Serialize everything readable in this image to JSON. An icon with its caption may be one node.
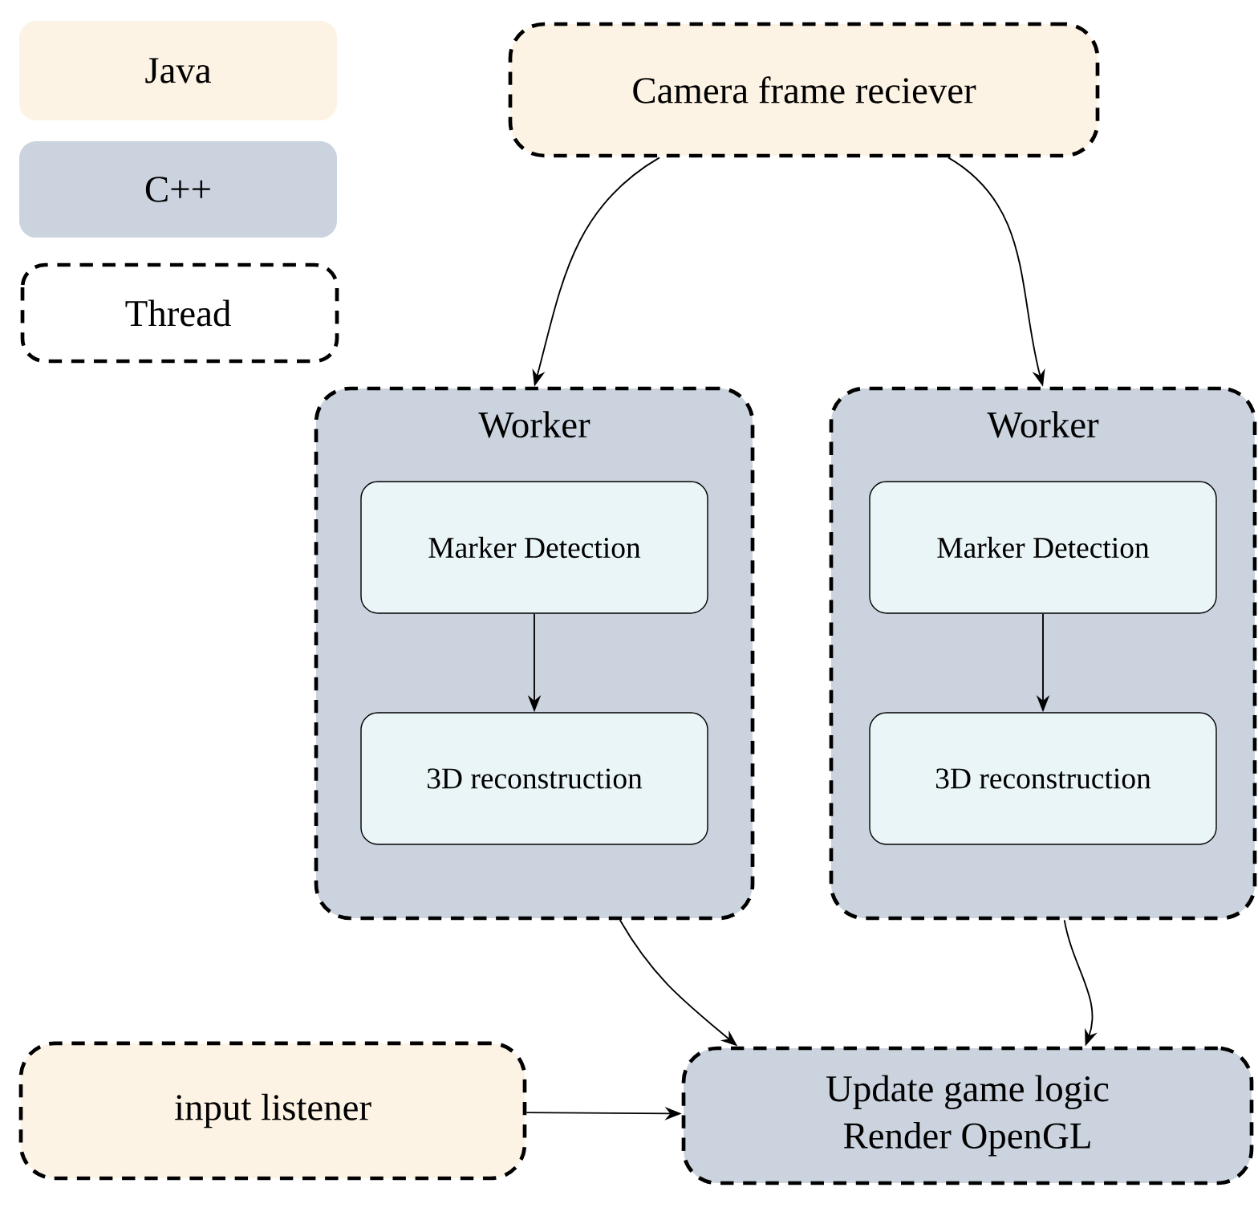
{
  "diagram": {
    "nodes": [
      {
        "text": [
          "Camera frame reciever"
        ]
      },
      {
        "text": [
          "Worker"
        ]
      },
      {
        "text": [
          "Marker Detection"
        ],
        "in": 1
      },
      {
        "text": [
          "3D reconstruction"
        ],
        "in": 1
      },
      {
        "text": [
          "Worker"
        ]
      },
      {
        "text": [
          "Marker Detection"
        ],
        "in": 4
      },
      {
        "text": [
          "3D reconstruction"
        ],
        "in": 4
      },
      {
        "text": [
          "input listener"
        ]
      },
      {
        "text": [
          "Update game logic Render OpenGL"
        ]
      }
    ],
    "edges": [
      {
        "from": 0,
        "to": 1,
        "arrow": "to"
      },
      {
        "from": 0,
        "to": 4,
        "arrow": "to"
      },
      {
        "from": 2,
        "to": 3,
        "arrow": "to"
      },
      {
        "from": 5,
        "to": 6,
        "arrow": "to"
      },
      {
        "from": 1,
        "to": 8,
        "arrow": "to"
      },
      {
        "from": 4,
        "to": 8,
        "arrow": "to"
      },
      {
        "from": 7,
        "to": 8,
        "arrow": "to"
      }
    ],
    "legend": [
      {
        "text": "Java",
        "color": "#fdf3e4"
      },
      {
        "text": "C++",
        "color": "#cbd3de"
      },
      {
        "text": "Thread"
      }
    ]
  }
}
